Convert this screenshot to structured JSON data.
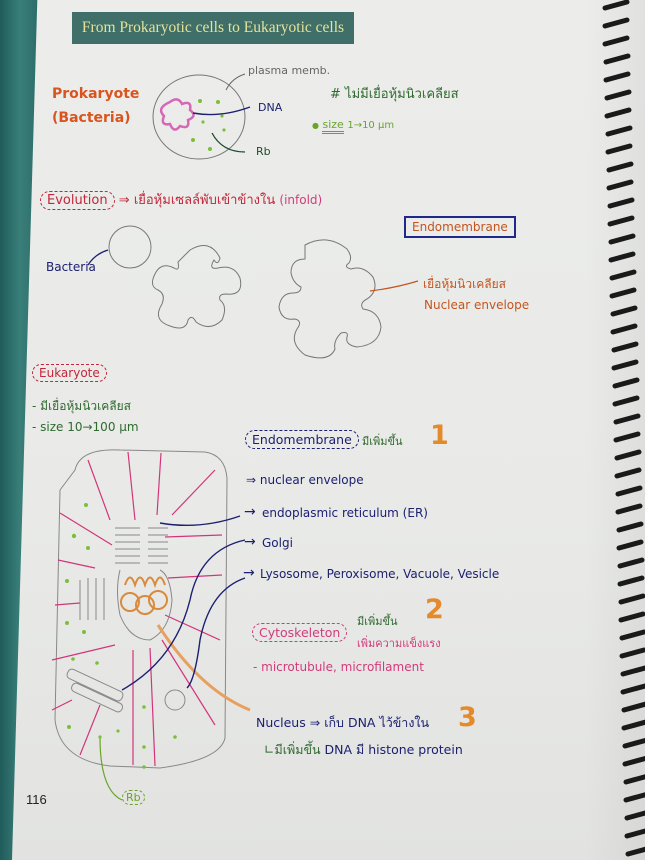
{
  "page": {
    "title": "From Prokaryotic cells to Eukaryotic cells",
    "page_number": "116",
    "colors": {
      "title_bg": "#3f6f68",
      "title_text": "#e6e39a",
      "orange_heading": "#d9541e",
      "navy_ink": "#1c2070",
      "green_ink": "#2f6a2f",
      "lime_ink": "#6aa32a",
      "red_ink": "#c3263a",
      "pink_ink": "#d23a7b",
      "brown_ink": "#c4541f",
      "number_orange": "#e58a2b"
    }
  },
  "prokaryote": {
    "heading_line1": "Prokaryote",
    "heading_line2": "(Bacteria)",
    "label_plasma": "plasma memb.",
    "label_dna": "DNA",
    "label_rb": "Rb",
    "note_no_nucleus": "# ไม่มีเยื่อหุ้มนิวเคลียส",
    "size_label": "size",
    "size_value": "1→10 μm"
  },
  "evolution": {
    "label": "Evolution",
    "arrow": "⇒",
    "desc": "เยื่อหุ้มเซลล์พับเข้าข้างใน",
    "desc_en": "(infold)",
    "bacteria_label": "Bacteria",
    "endomembrane_box": "Endomembrane",
    "nuclear_thai": "เยื่อหุ้มนิวเคลียส",
    "nuclear_en": "Nuclear envelope"
  },
  "eukaryote": {
    "label": "Eukaryote",
    "point1": "- มีเยื่อหุ้มนิวเคลียส",
    "point2": "- size 10→100 μm"
  },
  "sections": [
    {
      "number": "1",
      "title": "Endomembrane",
      "note": "มีเพิ่มขึ้น",
      "items": [
        "⇒ nuclear envelope",
        "endoplasmic reticulum (ER)",
        "Golgi",
        "Lysosome, Peroxisome, Vacuole, Vesicle"
      ]
    },
    {
      "number": "2",
      "title": "Cytoskeleton",
      "note": "มีเพิ่มขึ้น",
      "subnote": "เพิ่มความแข็งแรง",
      "items": [
        "- microtubule, microfilament"
      ]
    },
    {
      "number": "3",
      "title": "Nucleus",
      "arrow": "⇒",
      "desc": "เก็บ DNA ไว้ข้างใน",
      "sub_prefix": "∟มีเพิ่มขึ้น",
      "sub_text": "DNA มี histone protein"
    }
  ],
  "diagram": {
    "rb_label": "Rb"
  }
}
